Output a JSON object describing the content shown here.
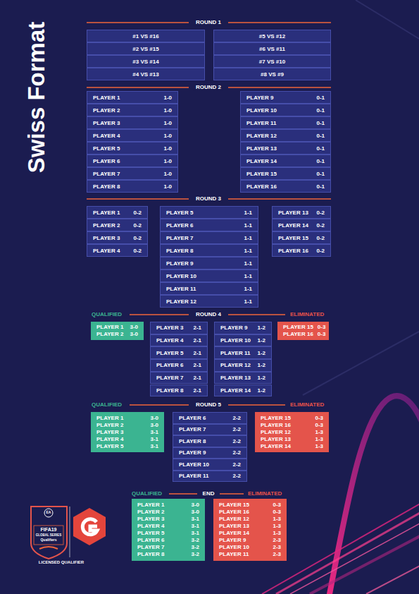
{
  "diagram": {
    "title": "Swiss Format",
    "nodes": [
      {
        "text": [
          "#1 VS #16"
        ]
      },
      {
        "text": [
          "#2 VS #15"
        ]
      },
      {
        "text": [
          "#3 VS #14"
        ]
      },
      {
        "text": [
          "#4 VS #13"
        ]
      },
      {
        "text": [
          "#5 VS #12"
        ]
      },
      {
        "text": [
          "#6 VS #11"
        ]
      },
      {
        "text": [
          "#7 VS #10"
        ]
      },
      {
        "text": [
          "#8 VS #9"
        ]
      },
      {
        "text": [
          "PLAYER 1",
          "1-0"
        ]
      },
      {
        "text": [
          "PLAYER 2",
          "1-0"
        ]
      },
      {
        "text": [
          "PLAYER 3",
          "1-0"
        ]
      },
      {
        "text": [
          "PLAYER 4",
          "1-0"
        ]
      },
      {
        "text": [
          "PLAYER 5",
          "1-0"
        ]
      },
      {
        "text": [
          "PLAYER 6",
          "1-0"
        ]
      },
      {
        "text": [
          "PLAYER 7",
          "1-0"
        ]
      },
      {
        "text": [
          "PLAYER 8",
          "1-0"
        ]
      },
      {
        "text": [
          "PLAYER 9",
          "0-1"
        ]
      },
      {
        "text": [
          "PLAYER 10",
          "0-1"
        ]
      },
      {
        "text": [
          "PLAYER 11",
          "0-1"
        ]
      },
      {
        "text": [
          "PLAYER 12",
          "0-1"
        ]
      },
      {
        "text": [
          "PLAYER 13",
          "0-1"
        ]
      },
      {
        "text": [
          "PLAYER 14",
          "0-1"
        ]
      },
      {
        "text": [
          "PLAYER 15",
          "0-1"
        ]
      },
      {
        "text": [
          "PLAYER 16",
          "0-1"
        ]
      },
      {
        "text": [
          "PLAYER 1",
          "0-2"
        ]
      },
      {
        "text": [
          "PLAYER 2",
          "0-2"
        ]
      },
      {
        "text": [
          "PLAYER 3",
          "0-2"
        ]
      },
      {
        "text": [
          "PLAYER 4",
          "0-2"
        ]
      },
      {
        "text": [
          "PLAYER 5",
          "1-1"
        ]
      },
      {
        "text": [
          "PLAYER 6",
          "1-1"
        ]
      },
      {
        "text": [
          "PLAYER 7",
          "1-1"
        ]
      },
      {
        "text": [
          "PLAYER 8",
          "1-1"
        ]
      },
      {
        "text": [
          "PLAYER 9",
          "1-1"
        ]
      },
      {
        "text": [
          "PLAYER 10",
          "1-1"
        ]
      },
      {
        "text": [
          "PLAYER 11",
          "1-1"
        ]
      },
      {
        "text": [
          "PLAYER 12",
          "1-1"
        ]
      },
      {
        "text": [
          "PLAYER 13",
          "0-2"
        ]
      },
      {
        "text": [
          "PLAYER 14",
          "0-2"
        ]
      },
      {
        "text": [
          "PLAYER 15",
          "0-2"
        ]
      },
      {
        "text": [
          "PLAYER 16",
          "0-2"
        ]
      },
      {
        "text": [
          "PLAYER 1",
          "3-0",
          "PLAYER 2",
          "3-0"
        ]
      },
      {
        "text": [
          "PLAYER 3",
          "2-1"
        ]
      },
      {
        "text": [
          "PLAYER 4",
          "2-1"
        ]
      },
      {
        "text": [
          "PLAYER 5",
          "2-1"
        ]
      },
      {
        "text": [
          "PLAYER 6",
          "2-1"
        ]
      },
      {
        "text": [
          "PLAYER 7",
          "2-1"
        ]
      },
      {
        "text": [
          "PLAYER 8",
          "2-1"
        ]
      },
      {
        "text": [
          "PLAYER 9",
          "1-2"
        ]
      },
      {
        "text": [
          "PLAYER 10",
          "1-2"
        ]
      },
      {
        "text": [
          "PLAYER 11",
          "1-2"
        ]
      },
      {
        "text": [
          "PLAYER 12",
          "1-2"
        ]
      },
      {
        "text": [
          "PLAYER 13",
          "1-2"
        ]
      },
      {
        "text": [
          "PLAYER 14",
          "1-2"
        ]
      },
      {
        "text": [
          "PLAYER 15",
          "0-3",
          "PLAYER 16",
          "0-3"
        ]
      },
      {
        "text": [
          "PLAYER 1",
          "3-0",
          "PLAYER 2",
          "3-0",
          "PLAYER 3",
          "3-1",
          "PLAYER 4",
          "3-1",
          "PLAYER 5",
          "3-1"
        ]
      },
      {
        "text": [
          "PLAYER 6",
          "2-2"
        ]
      },
      {
        "text": [
          "PLAYER 7",
          "2-2"
        ]
      },
      {
        "text": [
          "PLAYER 8",
          "2-2"
        ]
      },
      {
        "text": [
          "PLAYER 9",
          "2-2"
        ]
      },
      {
        "text": [
          "PLAYER 10",
          "2-2"
        ]
      },
      {
        "text": [
          "PLAYER 11",
          "2-2"
        ]
      },
      {
        "text": [
          "PLAYER 15",
          "0-3",
          "PLAYER 16",
          "0-3",
          "PLAYER 12",
          "1-3",
          "PLAYER 13",
          "1-3",
          "PLAYER 14",
          "1-3"
        ]
      },
      {
        "text": [
          "PLAYER 1",
          "3-0",
          "PLAYER 2",
          "3-0",
          "PLAYER 3",
          "3-1",
          "PLAYER 4",
          "3-1",
          "PLAYER 5",
          "3-1",
          "PLAYER 6",
          "3-2",
          "PLAYER 7",
          "3-2",
          "PLAYER 8",
          "3-2"
        ]
      },
      {
        "text": [
          "PLAYER 15",
          "0-3",
          "PLAYER 16",
          "0-3",
          "PLAYER 12",
          "1-3",
          "PLAYER 13",
          "1-3",
          "PLAYER 14",
          "1-3",
          "PLAYER 9",
          "2-3",
          "PLAYER 10",
          "2-3",
          "PLAYER 11",
          "2-3"
        ]
      }
    ],
    "labels": [
      "ROUND 1",
      "ROUND 2",
      "ROUND 3",
      "QUALIFIED",
      "ROUND 4",
      "ELIMINATED",
      "QUALIFIED",
      "ROUND 5",
      "ELIMINATED",
      "QUALIFIED",
      "END",
      "ELIMINATED",
      "EA",
      "FIFA19",
      "GLOBAL SERIES",
      "Qualifiers",
      "LICENSED QUALIFIER"
    ]
  }
}
